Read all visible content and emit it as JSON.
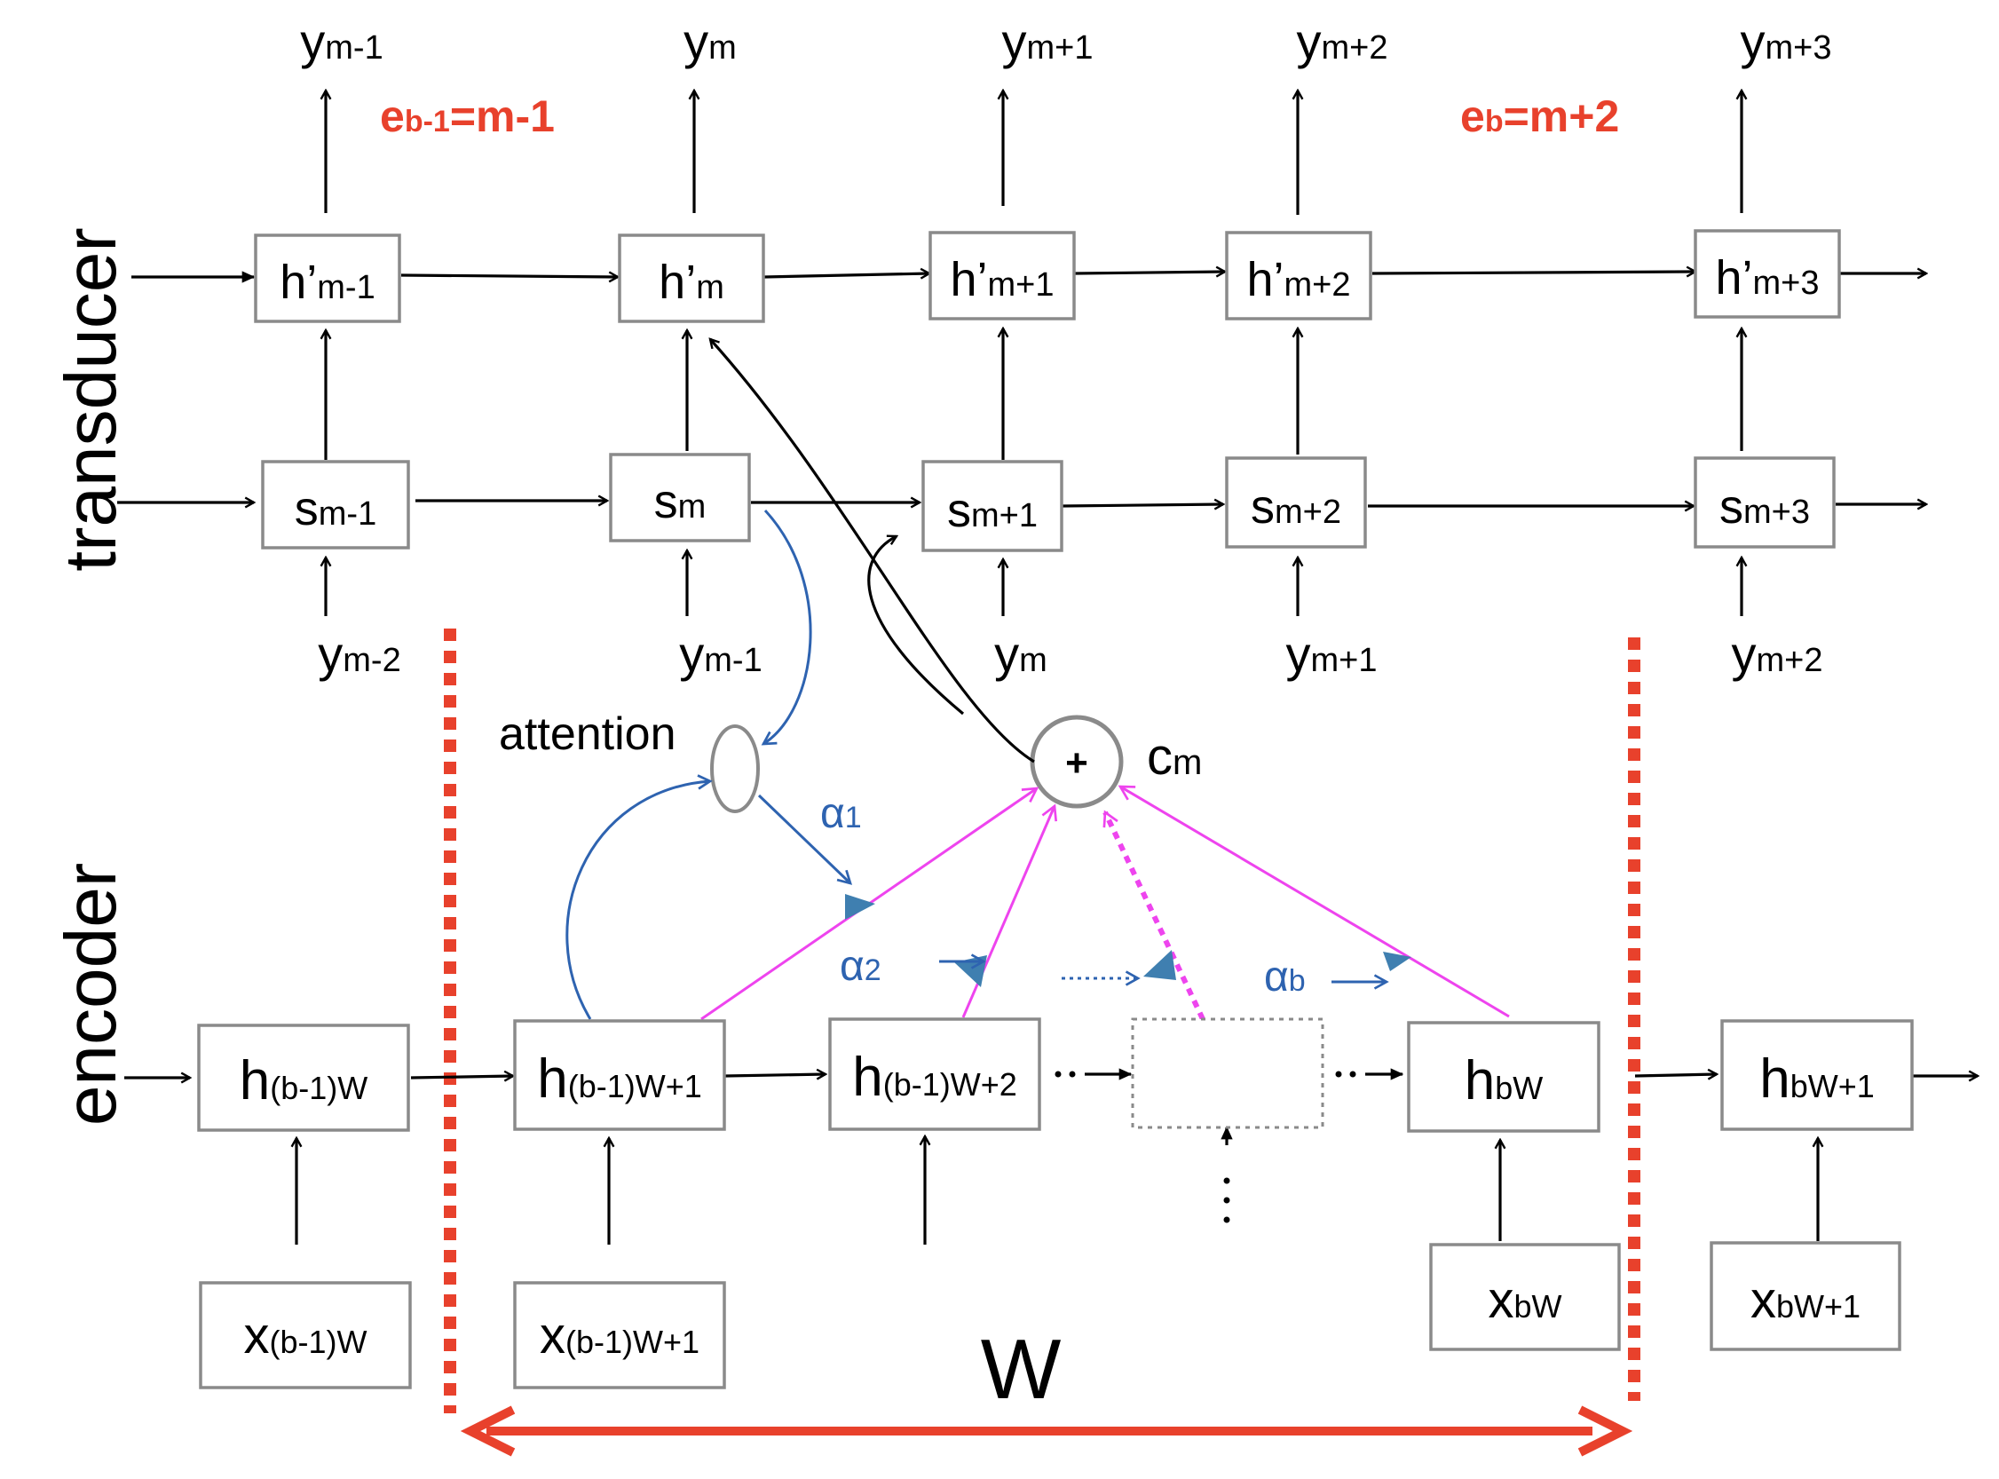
{
  "side_labels": {
    "transducer": "transducer",
    "encoder": "encoder"
  },
  "transducer": {
    "outputs": [
      {
        "base": "y",
        "sub": "m-1"
      },
      {
        "base": "y",
        "sub": "m"
      },
      {
        "base": "y",
        "sub": "m+1"
      },
      {
        "base": "y",
        "sub": "m+2"
      },
      {
        "base": "y",
        "sub": "m+3"
      }
    ],
    "h_states": [
      {
        "base": "h’",
        "sub": "m-1"
      },
      {
        "base": "h’",
        "sub": "m"
      },
      {
        "base": "h’",
        "sub": "m+1"
      },
      {
        "base": "h’",
        "sub": "m+2"
      },
      {
        "base": "h’",
        "sub": "m+3"
      }
    ],
    "s_states": [
      {
        "base": "s",
        "sub": "m-1"
      },
      {
        "base": "s",
        "sub": "m"
      },
      {
        "base": "s",
        "sub": "m+1"
      },
      {
        "base": "s",
        "sub": "m+2"
      },
      {
        "base": "s",
        "sub": "m+3"
      }
    ],
    "inputs": [
      {
        "base": "y",
        "sub": "m-2"
      },
      {
        "base": "y",
        "sub": "m-1"
      },
      {
        "base": "y",
        "sub": "m"
      },
      {
        "base": "y",
        "sub": "m+1"
      },
      {
        "base": "y",
        "sub": "m+2"
      }
    ]
  },
  "block_ends": [
    {
      "base": "e",
      "sub": "b-1",
      "rest": "=m-1"
    },
    {
      "base": "e",
      "sub": "b",
      "rest": "=m+2"
    }
  ],
  "attention_label": "attention",
  "context": {
    "base": "c",
    "sub": "m",
    "op": "+"
  },
  "alphas": [
    {
      "base": "α",
      "sub": "1"
    },
    {
      "base": "α",
      "sub": "2"
    },
    {
      "base": "α",
      "sub": "b"
    }
  ],
  "encoder": {
    "h_states": [
      {
        "base": "h",
        "sub": "(b-1)W"
      },
      {
        "base": "h",
        "sub": "(b-1)W+1"
      },
      {
        "base": "h",
        "sub": "(b-1)W+2"
      },
      {
        "base": "",
        "sub": ""
      },
      {
        "base": "h",
        "sub": "bW"
      },
      {
        "base": "h",
        "sub": "bW+1"
      }
    ],
    "inputs": [
      {
        "base": "x",
        "sub": "(b-1)W"
      },
      {
        "base": "x",
        "sub": "(b-1)W+1"
      },
      {
        "base": "x",
        "sub": "bW"
      },
      {
        "base": "x",
        "sub": "bW+1"
      }
    ]
  },
  "window_label": "W",
  "colors": {
    "red": "#e8412c",
    "blue": "#2e63b0",
    "magenta": "#ee44ee",
    "triangle": "#3f7fb0",
    "box_stroke": "#8a8a8a"
  }
}
